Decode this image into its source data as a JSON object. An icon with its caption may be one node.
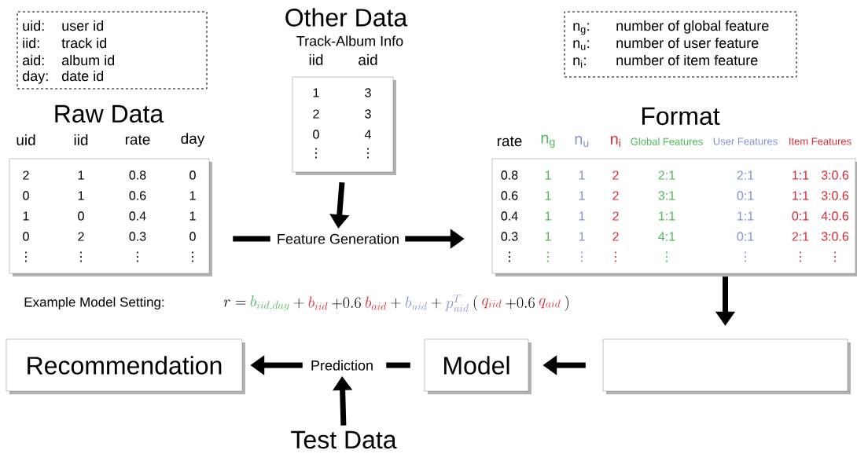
{
  "diagram": {
    "nodes": [
      {
        "text": [
          "Raw Data"
        ]
      },
      {
        "text": [
          "Other Data",
          "Track-Album Info"
        ]
      },
      {
        "text": [
          "Feature Generation"
        ]
      },
      {
        "text": [
          "Format"
        ]
      },
      {
        "text": [],
        "shape": "box"
      },
      {
        "text": [
          "Model"
        ]
      },
      {
        "text": [
          "Prediction"
        ]
      },
      {
        "text": [
          "Recommendation"
        ]
      },
      {
        "text": [
          "Test Data"
        ]
      },
      {
        "text": [
          "uid:",
          "user id",
          "iid:",
          "track id",
          "aid:",
          "album id",
          "day:",
          "date id"
        ]
      },
      {
        "text": [
          "n$_{g}$:",
          "number of global feature",
          "n$_{u}$:",
          "number of user feature",
          "n$_{i}$:",
          "number of item feature"
        ]
      }
    ],
    "edges": [
      {
        "from": 0,
        "to": 2,
        "arrow": "none"
      },
      {
        "from": 1,
        "to": 2,
        "arrow": "to"
      },
      {
        "from": 2,
        "to": 3,
        "arrow": "to"
      },
      {
        "from": 3,
        "to": 4,
        "arrow": "to"
      },
      {
        "from": 4,
        "to": 5,
        "arrow": "to"
      },
      {
        "from": 5,
        "to": 6,
        "arrow": "none"
      },
      {
        "from": 6,
        "to": 7,
        "arrow": "to"
      },
      {
        "from": 8,
        "to": 6,
        "arrow": "to"
      }
    ],
    "labels": [
      "uid",
      "iid",
      "rate",
      "day",
      "2",
      "1",
      "0.8",
      "0",
      "0",
      "1",
      "0.6",
      "1",
      "1",
      "0",
      "0.4",
      "1",
      "0",
      "2",
      "0.3",
      "0",
      "⋮",
      "⋮",
      "⋮",
      "⋮",
      "iid",
      "aid",
      "1",
      "3",
      "2",
      "3",
      "0",
      "4",
      "⋮",
      "⋮",
      "rate",
      "n$_{g}$",
      "n$_{u}$",
      "n$_{i}$",
      "Global Features",
      "User Features",
      "Item Features",
      "0.8",
      "1",
      "1",
      "2",
      "2:1",
      "2:1",
      "1:1",
      "3:0.6",
      "0.6",
      "1",
      "1",
      "2",
      "3:1",
      "0:1",
      "1:1",
      "3:0.6",
      "0.4",
      "1",
      "1",
      "2",
      "1:1",
      "1:1",
      "0:1",
      "4:0.6",
      "0.3",
      "1",
      "1",
      "2",
      "4:1",
      "0:1",
      "2:1",
      "3:0.6",
      "⋮",
      "⋮",
      "⋮",
      "⋮",
      "⋮",
      "⋮",
      "⋮",
      "⋮",
      "Example Model Setting:",
      "r =",
      "b_{iid,day}",
      "+",
      "b_{iid}",
      "+ 0.6",
      "b_{aid}",
      "+",
      "b_{uid}",
      "+",
      "p_{uid}^{T}",
      "(",
      "q_{iid}",
      "+ 0.6",
      "q_{aid}",
      ")"
    ]
  }
}
